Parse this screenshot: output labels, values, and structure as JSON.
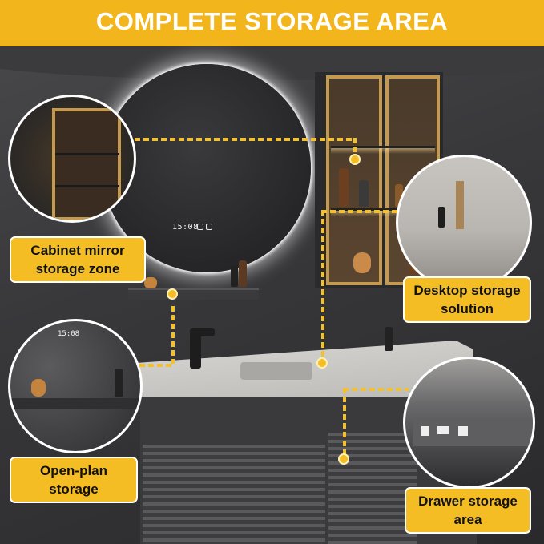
{
  "banner": {
    "title": "COMPLETE STORAGE AREA"
  },
  "mirror": {
    "clock": "15:08"
  },
  "inset_clock": "15:08",
  "labels": {
    "cabinet_mirror": "Cabinet mirror\nstorage zone",
    "desktop": "Desktop storage\nsolution",
    "open_plan": "Open-plan\nstorage",
    "drawer": "Drawer storage\narea"
  },
  "colors": {
    "accent": "#f4bd24",
    "banner": "#f2b51c",
    "text": "#111111"
  }
}
